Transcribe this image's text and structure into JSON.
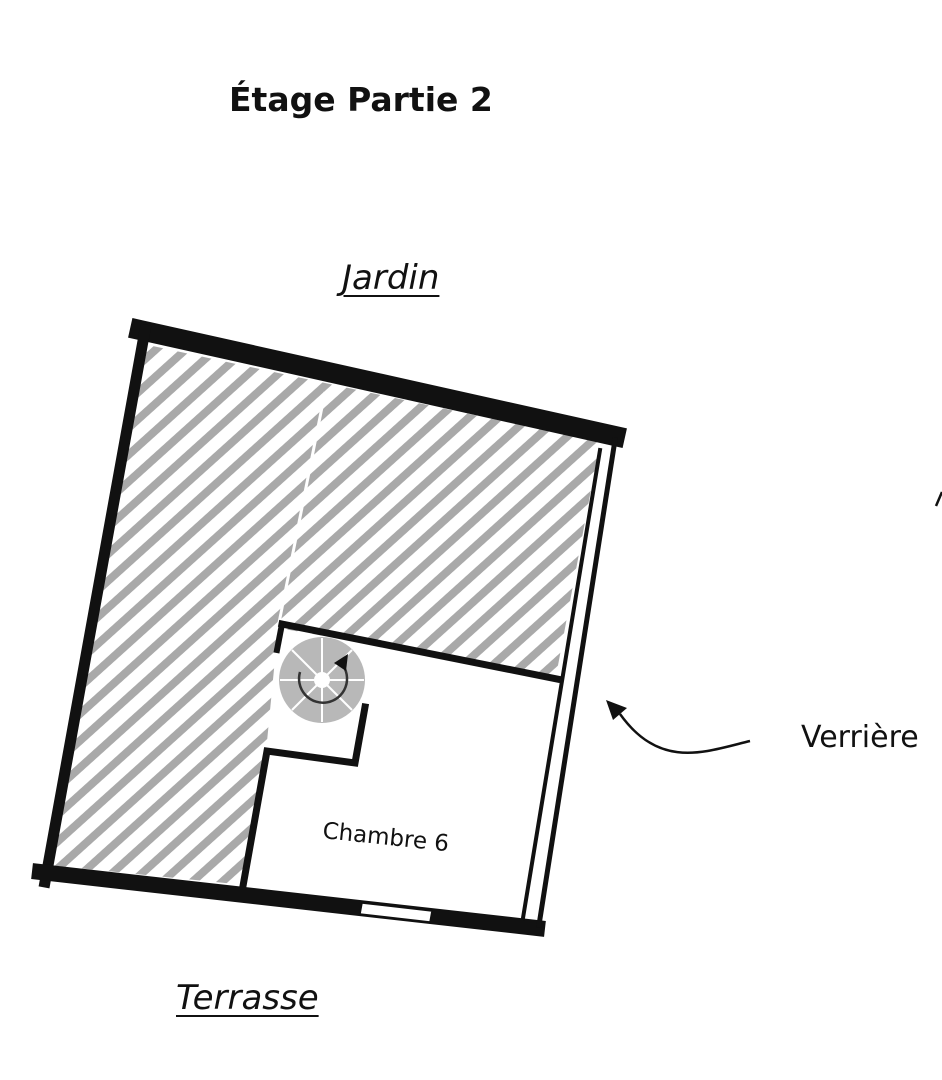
{
  "title": "Étage Partie 2",
  "labels": {
    "top_side": "Jardin",
    "bottom_side": "Terrasse",
    "glass_roof": "Verrière"
  },
  "rooms": [
    {
      "name": "Chambre 6"
    }
  ],
  "colors": {
    "wall": "#111111",
    "hatch": "#a9a9a9",
    "stair": "#b8b8b8",
    "background": "#ffffff"
  },
  "icons": [
    "spiral-staircase-icon",
    "pointer-arrow-icon"
  ]
}
